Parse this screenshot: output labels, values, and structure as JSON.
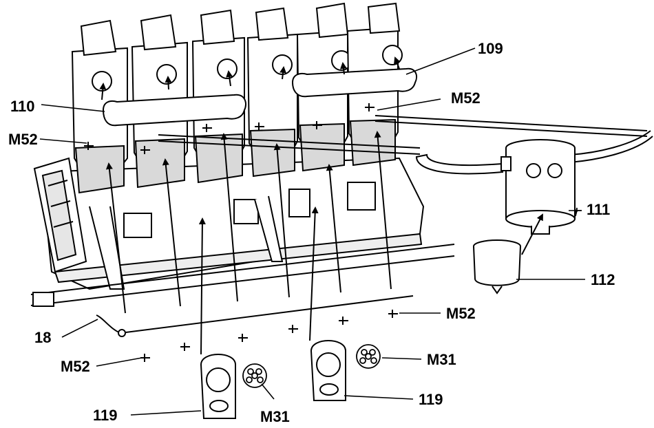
{
  "colors": {
    "ink": "#000000",
    "paper": "#ffffff",
    "shade": "#d9d9d9"
  },
  "callouts": {
    "c109": "109",
    "c110": "110",
    "c111": "111",
    "c112": "112",
    "c18": "18",
    "m52_top_right": "M52",
    "m52_left": "M52",
    "m52_right": "M52",
    "m52_bottom": "M52",
    "m31_right": "M31",
    "m31_bottom": "M31",
    "c119_right": "119",
    "c119_bottom": "119"
  }
}
